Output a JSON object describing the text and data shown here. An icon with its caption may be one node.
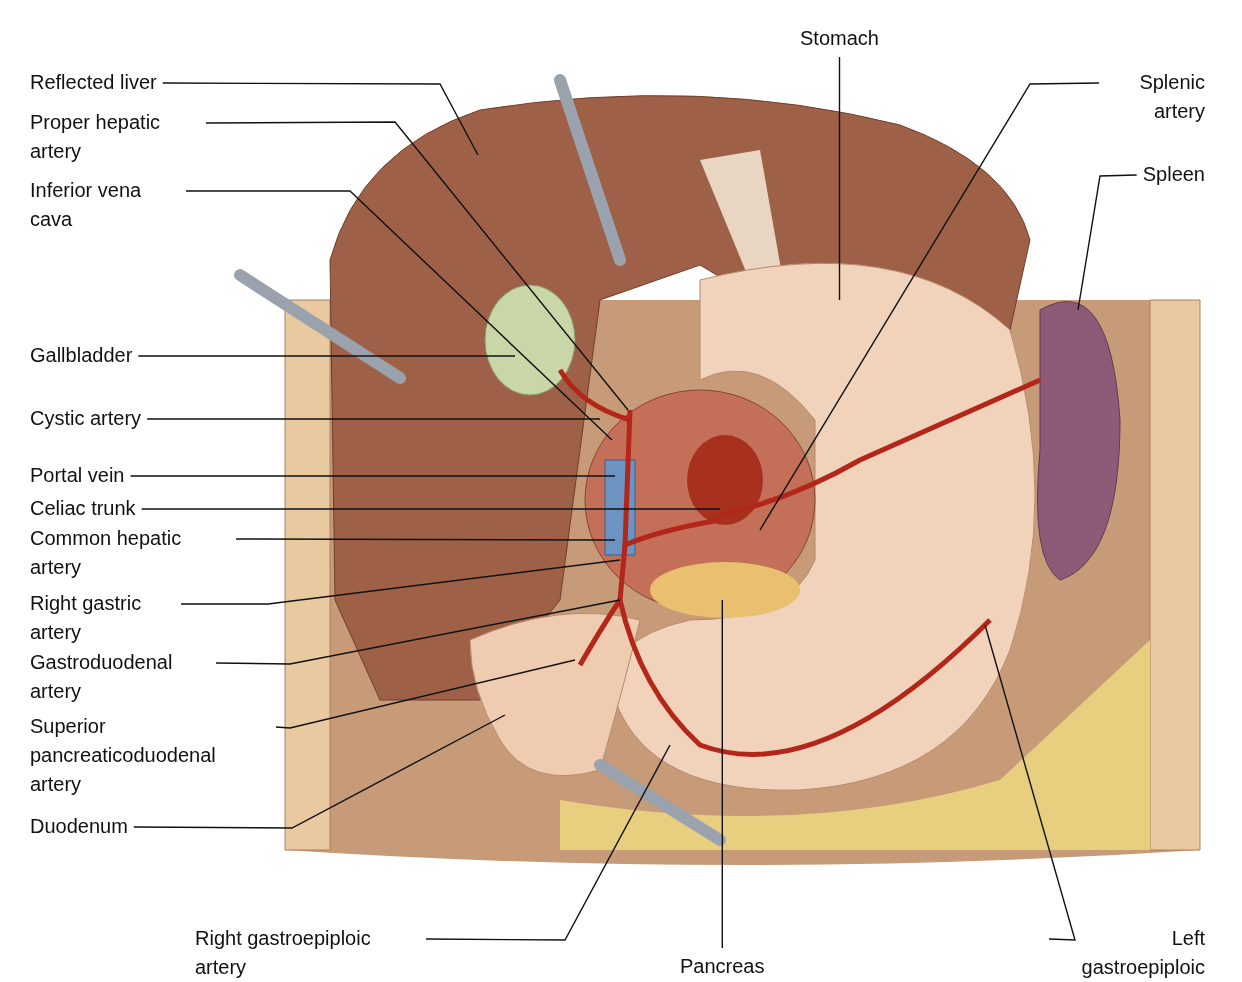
{
  "diagram": {
    "nodes": [
      {
        "text": [
          "Stomach"
        ]
      },
      {
        "text": [
          "Reflected liver"
        ]
      },
      {
        "text": [
          "Splenic artery"
        ]
      },
      {
        "text": [
          "Proper hepatic artery"
        ]
      },
      {
        "text": [
          "Spleen"
        ]
      },
      {
        "text": [
          "Inferior vena cava"
        ]
      },
      {
        "text": [
          "Gallbladder"
        ]
      },
      {
        "text": [
          "Cystic artery"
        ]
      },
      {
        "text": [
          "Portal vein"
        ]
      },
      {
        "text": [
          "Celiac trunk"
        ]
      },
      {
        "text": [
          "Common hepatic artery"
        ]
      },
      {
        "text": [
          "Right gastric artery"
        ]
      },
      {
        "text": [
          "Gastroduodenal artery"
        ]
      },
      {
        "text": [
          "Superior pancreaticoduodenal artery"
        ]
      },
      {
        "text": [
          "Duodenum"
        ]
      },
      {
        "text": [
          "Right gastroepiploic artery"
        ]
      },
      {
        "text": [
          "Pancreas"
        ]
      },
      {
        "text": [
          "Left gastroepiploic"
        ]
      }
    ],
    "edges": [
      {
        "from": 0,
        "to": null,
        "arrow": "none"
      },
      {
        "from": 1,
        "to": null,
        "arrow": "none"
      },
      {
        "from": 2,
        "to": null,
        "arrow": "none"
      },
      {
        "from": 3,
        "to": null,
        "arrow": "none"
      },
      {
        "from": 4,
        "to": null,
        "arrow": "none"
      },
      {
        "from": 5,
        "to": null,
        "arrow": "none"
      },
      {
        "from": 6,
        "to": null,
        "arrow": "none"
      },
      {
        "from": 7,
        "to": null,
        "arrow": "none"
      },
      {
        "from": 8,
        "to": null,
        "arrow": "none"
      },
      {
        "from": 9,
        "to": null,
        "arrow": "none"
      },
      {
        "from": 10,
        "to": null,
        "arrow": "none"
      },
      {
        "from": 11,
        "to": null,
        "arrow": "none"
      },
      {
        "from": 12,
        "to": null,
        "arrow": "none"
      },
      {
        "from": 13,
        "to": null,
        "arrow": "none"
      },
      {
        "from": 14,
        "to": null,
        "arrow": "none"
      },
      {
        "from": 15,
        "to": null,
        "arrow": "none"
      },
      {
        "from": 16,
        "to": null,
        "arrow": "none"
      },
      {
        "from": 17,
        "to": null,
        "arrow": "none"
      }
    ]
  }
}
